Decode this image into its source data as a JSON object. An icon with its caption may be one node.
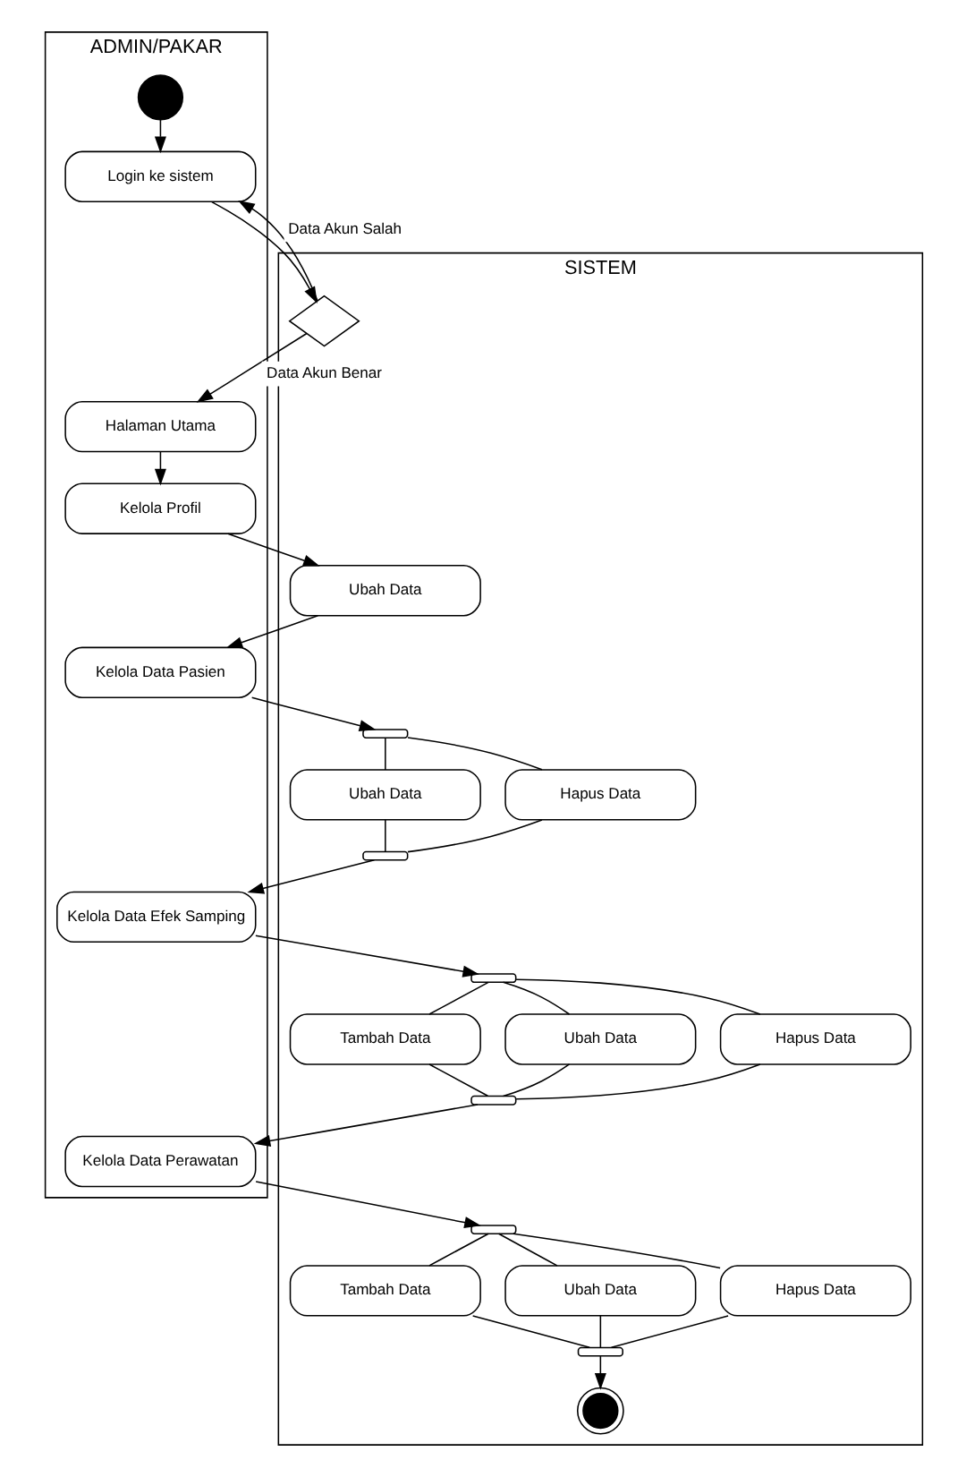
{
  "diagram": {
    "nodes": [
      {
        "text": [
          "ADMIN/PAKAR"
        ]
      },
      {
        "text": [
          "SISTEM"
        ]
      },
      {
        "text": [],
        "shape": "circle",
        "in": 0
      },
      {
        "text": [
          "Login ke sistem"
        ],
        "in": 0
      },
      {
        "text": [],
        "shape": "diamond",
        "in": 1
      },
      {
        "text": [
          "Halaman Utama"
        ],
        "in": 0
      },
      {
        "text": [
          "Kelola Profil"
        ],
        "in": 0
      },
      {
        "text": [
          "Ubah Data"
        ],
        "in": 1
      },
      {
        "text": [
          "Kelola Data Pasien"
        ],
        "in": 0
      },
      {
        "text": [],
        "shape": "bar",
        "in": 1
      },
      {
        "text": [
          "Ubah Data"
        ],
        "in": 1
      },
      {
        "text": [
          "Hapus Data"
        ],
        "in": 1
      },
      {
        "text": [],
        "shape": "bar",
        "in": 1
      },
      {
        "text": [
          "Kelola Data Efek Samping"
        ],
        "in": 0
      },
      {
        "text": [],
        "shape": "bar",
        "in": 1
      },
      {
        "text": [
          "Tambah Data"
        ],
        "in": 1
      },
      {
        "text": [
          "Ubah Data"
        ],
        "in": 1
      },
      {
        "text": [
          "Hapus Data"
        ],
        "in": 1
      },
      {
        "text": [],
        "shape": "bar",
        "in": 1
      },
      {
        "text": [
          "Kelola Data Perawatan"
        ],
        "in": 0
      },
      {
        "text": [],
        "shape": "bar",
        "in": 1
      },
      {
        "text": [
          "Tambah Data"
        ],
        "in": 1
      },
      {
        "text": [
          "Ubah Data"
        ],
        "in": 1
      },
      {
        "text": [
          "Hapus Data"
        ],
        "in": 1
      },
      {
        "text": [],
        "shape": "bar",
        "in": 1
      },
      {
        "text": [],
        "shape": "circle",
        "in": 1
      }
    ],
    "edges": [
      {
        "from": 2,
        "to": 3,
        "arrow": "to"
      },
      {
        "from": 3,
        "to": 4,
        "arrow": "to"
      },
      {
        "from": 4,
        "to": 3,
        "arrow": "to",
        "label": "Data Akun Salah"
      },
      {
        "from": 4,
        "to": 5,
        "arrow": "to",
        "label": "Data Akun Benar"
      },
      {
        "from": 5,
        "to": 6,
        "arrow": "to"
      },
      {
        "from": 6,
        "to": 7,
        "arrow": "to"
      },
      {
        "from": 7,
        "to": 8,
        "arrow": "to"
      },
      {
        "from": 8,
        "to": 9,
        "arrow": "to"
      },
      {
        "from": 9,
        "to": 10,
        "arrow": "none"
      },
      {
        "from": 9,
        "to": 11,
        "arrow": "none"
      },
      {
        "from": 10,
        "to": 12,
        "arrow": "none"
      },
      {
        "from": 11,
        "to": 12,
        "arrow": "none"
      },
      {
        "from": 12,
        "to": 13,
        "arrow": "to"
      },
      {
        "from": 13,
        "to": 14,
        "arrow": "to"
      },
      {
        "from": 14,
        "to": 15,
        "arrow": "none"
      },
      {
        "from": 14,
        "to": 16,
        "arrow": "none"
      },
      {
        "from": 14,
        "to": 17,
        "arrow": "none"
      },
      {
        "from": 15,
        "to": 18,
        "arrow": "none"
      },
      {
        "from": 16,
        "to": 18,
        "arrow": "none"
      },
      {
        "from": 17,
        "to": 18,
        "arrow": "none"
      },
      {
        "from": 18,
        "to": 19,
        "arrow": "to"
      },
      {
        "from": 19,
        "to": 20,
        "arrow": "to"
      },
      {
        "from": 20,
        "to": 21,
        "arrow": "none"
      },
      {
        "from": 20,
        "to": 22,
        "arrow": "none"
      },
      {
        "from": 20,
        "to": 23,
        "arrow": "none"
      },
      {
        "from": 21,
        "to": 24,
        "arrow": "none"
      },
      {
        "from": 22,
        "to": 24,
        "arrow": "none"
      },
      {
        "from": 23,
        "to": 24,
        "arrow": "none"
      },
      {
        "from": 24,
        "to": 25,
        "arrow": "to"
      }
    ]
  }
}
